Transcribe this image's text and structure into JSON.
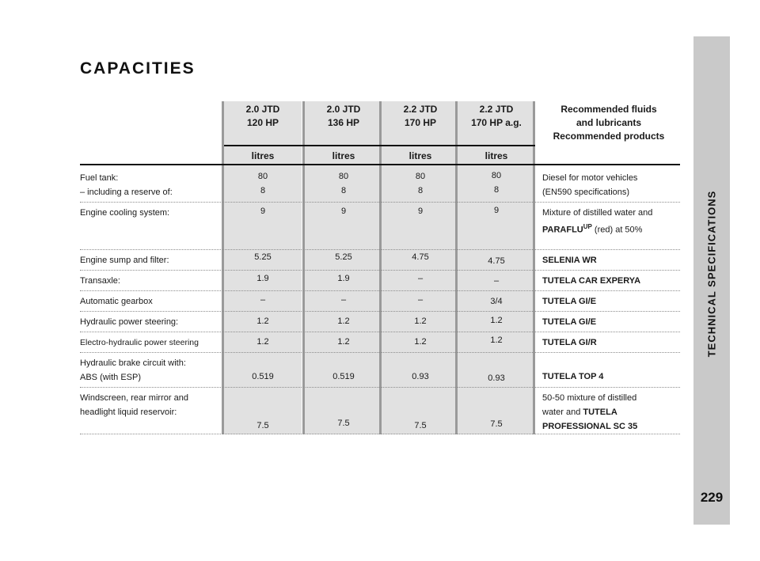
{
  "side": {
    "title": "TECHNICAL SPECIFICATIONS",
    "page_number": "229"
  },
  "title": "CAPACITIES",
  "columns": [
    {
      "line1": "2.0 JTD",
      "line2": "120 HP",
      "unit": "litres"
    },
    {
      "line1": "2.0 JTD",
      "line2": "136 HP",
      "unit": "litres"
    },
    {
      "line1": "2.2 JTD",
      "line2": "170 HP",
      "unit": "litres"
    },
    {
      "line1": "2.2 JTD",
      "line2": "170 HP a.g.",
      "unit": "litres"
    }
  ],
  "rec_header": {
    "line1": "Recommended fluids",
    "line2": "and lubricants",
    "line3": "Recommended products"
  },
  "rows": [
    {
      "label1": "Fuel tank:",
      "label2": "– including a reserve of:",
      "c1": "80",
      "c1b": "8",
      "c2": "80",
      "c2b": "8",
      "c3": "80",
      "c3b": "8",
      "c4": "80",
      "c4b": "8",
      "rec1": "Diesel for motor vehicles",
      "rec2": "(EN590 specifications)"
    },
    {
      "label1": "Engine cooling system:",
      "c1": "9",
      "c2": "9",
      "c3": "9",
      "c4": "9",
      "rec1": "Mixture of distilled water and",
      "rec_brand": "PARAFLU",
      "rec_sup": "UP",
      "rec_tail": " (red) at 50%"
    },
    {
      "label1": "Engine sump and filter:",
      "c1": "5.25",
      "c2": "5.25",
      "c3": "4.75",
      "c4": "4.75",
      "rec1": "SELENIA WR"
    },
    {
      "label1": "Transaxle:",
      "c1": "1.9",
      "c2": "1.9",
      "c3": "–",
      "c4": "–",
      "rec1": "TUTELA CAR EXPERYA"
    },
    {
      "label1": "Automatic gearbox",
      "c1": "–",
      "c2": "–",
      "c3": "–",
      "c4": "3/4",
      "rec1": "TUTELA GI/E"
    },
    {
      "label1": "Hydraulic power steering:",
      "c1": "1.2",
      "c2": "1.2",
      "c3": "1.2",
      "c4": "1.2",
      "rec1": "TUTELA GI/E"
    },
    {
      "label1": "Electro-hydraulic power steering",
      "c1": "1.2",
      "c2": "1.2",
      "c3": "1.2",
      "c4": "1.2",
      "rec1": "TUTELA GI/R"
    },
    {
      "label1": "Hydraulic brake circuit with:",
      "label2": "ABS (with ESP)",
      "c1": "0.519",
      "c2": "0.519",
      "c3": "0.93",
      "c4": "0.93",
      "rec1": "TUTELA TOP 4"
    },
    {
      "label1": "Windscreen, rear mirror and",
      "label2": "headlight liquid reservoir:",
      "c1": "7.5",
      "c2": "7.5",
      "c3": "7.5",
      "c4": "7.5",
      "rec1": "50-50 mixture of distilled",
      "rec2a": "water and ",
      "rec2b": "TUTELA",
      "rec3": "PROFESSIONAL SC 35"
    }
  ]
}
